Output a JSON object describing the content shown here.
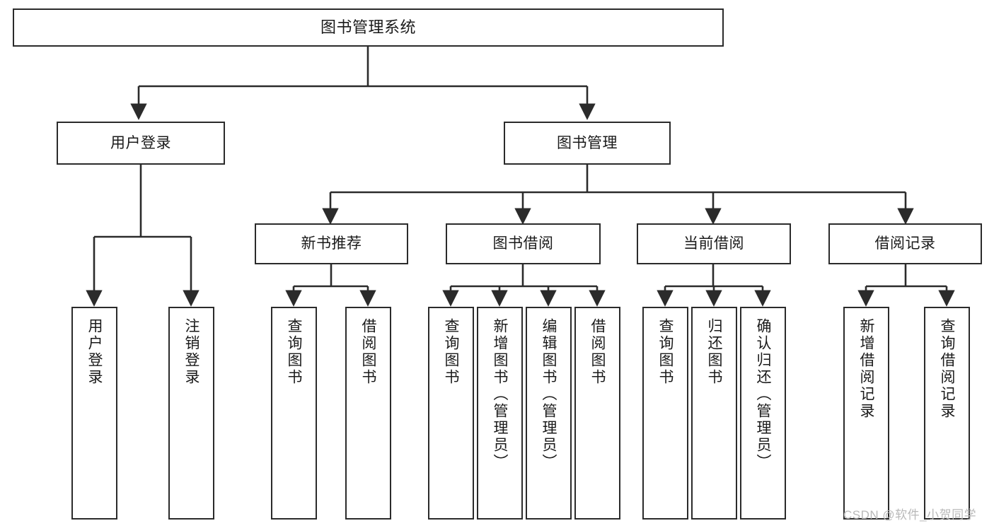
{
  "diagram": {
    "title": "图书管理系统",
    "watermark": "CSDN @软件_小贺同学",
    "colors": {
      "stroke": "#2b2b2b",
      "fill": "#ffffff",
      "text": "#1a1a1a",
      "watermark": "#b9b9b9"
    },
    "levels": {
      "root": "图书管理系统",
      "level2": [
        "用户登录",
        "图书管理"
      ],
      "level3": [
        "新书推荐",
        "图书借阅",
        "当前借阅",
        "借阅记录"
      ]
    },
    "nodes": {
      "root": {
        "label": "图书管理系统"
      },
      "user_login": {
        "label": "用户登录"
      },
      "book_manage": {
        "label": "图书管理"
      },
      "new_book_rec": {
        "label": "新书推荐"
      },
      "book_borrow": {
        "label": "图书借阅"
      },
      "current_borrow": {
        "label": "当前借阅"
      },
      "borrow_record": {
        "label": "借阅记录"
      },
      "leaf_user_login": {
        "label": "用户登录"
      },
      "leaf_user_logout": {
        "label": "注销登录"
      },
      "leaf_query_book_1": {
        "label": "查询图书"
      },
      "leaf_borrow_book_1": {
        "label": "借阅图书"
      },
      "leaf_query_book_2": {
        "label": "查询图书"
      },
      "leaf_add_book": {
        "label": "新增图书（管理员）"
      },
      "leaf_edit_book": {
        "label": "编辑图书（管理员）"
      },
      "leaf_borrow_book_2": {
        "label": "借阅图书"
      },
      "leaf_query_book_3": {
        "label": "查询图书"
      },
      "leaf_return_book": {
        "label": "归还图书"
      },
      "leaf_confirm_return": {
        "label": "确认归还（管理员）"
      },
      "leaf_add_record": {
        "label": "新增借阅记录"
      },
      "leaf_query_record": {
        "label": "查询借阅记录"
      }
    },
    "tree": {
      "图书管理系统": {
        "用户登录": [
          "用户登录",
          "注销登录"
        ],
        "图书管理": {
          "新书推荐": [
            "查询图书",
            "借阅图书"
          ],
          "图书借阅": [
            "查询图书",
            "新增图书（管理员）",
            "编辑图书（管理员）",
            "借阅图书"
          ],
          "当前借阅": [
            "查询图书",
            "归还图书",
            "确认归还（管理员）"
          ],
          "借阅记录": [
            "新增借阅记录",
            "查询借阅记录"
          ]
        }
      }
    }
  }
}
